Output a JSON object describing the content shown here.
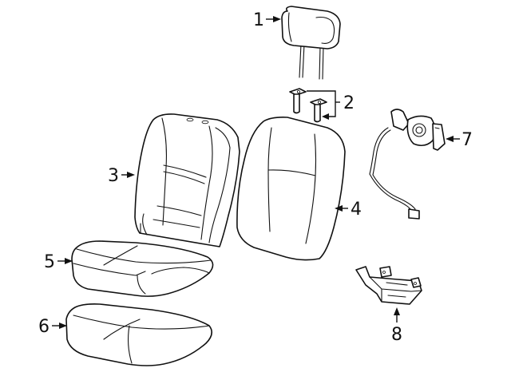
{
  "callouts": [
    {
      "id": "1",
      "label": "1"
    },
    {
      "id": "2",
      "label": "2"
    },
    {
      "id": "3",
      "label": "3"
    },
    {
      "id": "4",
      "label": "4"
    },
    {
      "id": "5",
      "label": "5"
    },
    {
      "id": "6",
      "label": "6"
    },
    {
      "id": "7",
      "label": "7"
    },
    {
      "id": "8",
      "label": "8"
    }
  ],
  "parts": [
    {
      "callout": "1",
      "name": "headrest-icon"
    },
    {
      "callout": "2",
      "name": "headrest-guide-icon"
    },
    {
      "callout": "3",
      "name": "seat-back-frame-icon"
    },
    {
      "callout": "4",
      "name": "seat-back-cushion-icon"
    },
    {
      "callout": "5",
      "name": "seat-cushion-frame-icon"
    },
    {
      "callout": "6",
      "name": "seat-cushion-pad-icon"
    },
    {
      "callout": "7",
      "name": "recliner-motor-harness-icon"
    },
    {
      "callout": "8",
      "name": "seat-bracket-icon"
    }
  ],
  "colors": {
    "line": "#111111",
    "background": "#ffffff"
  }
}
